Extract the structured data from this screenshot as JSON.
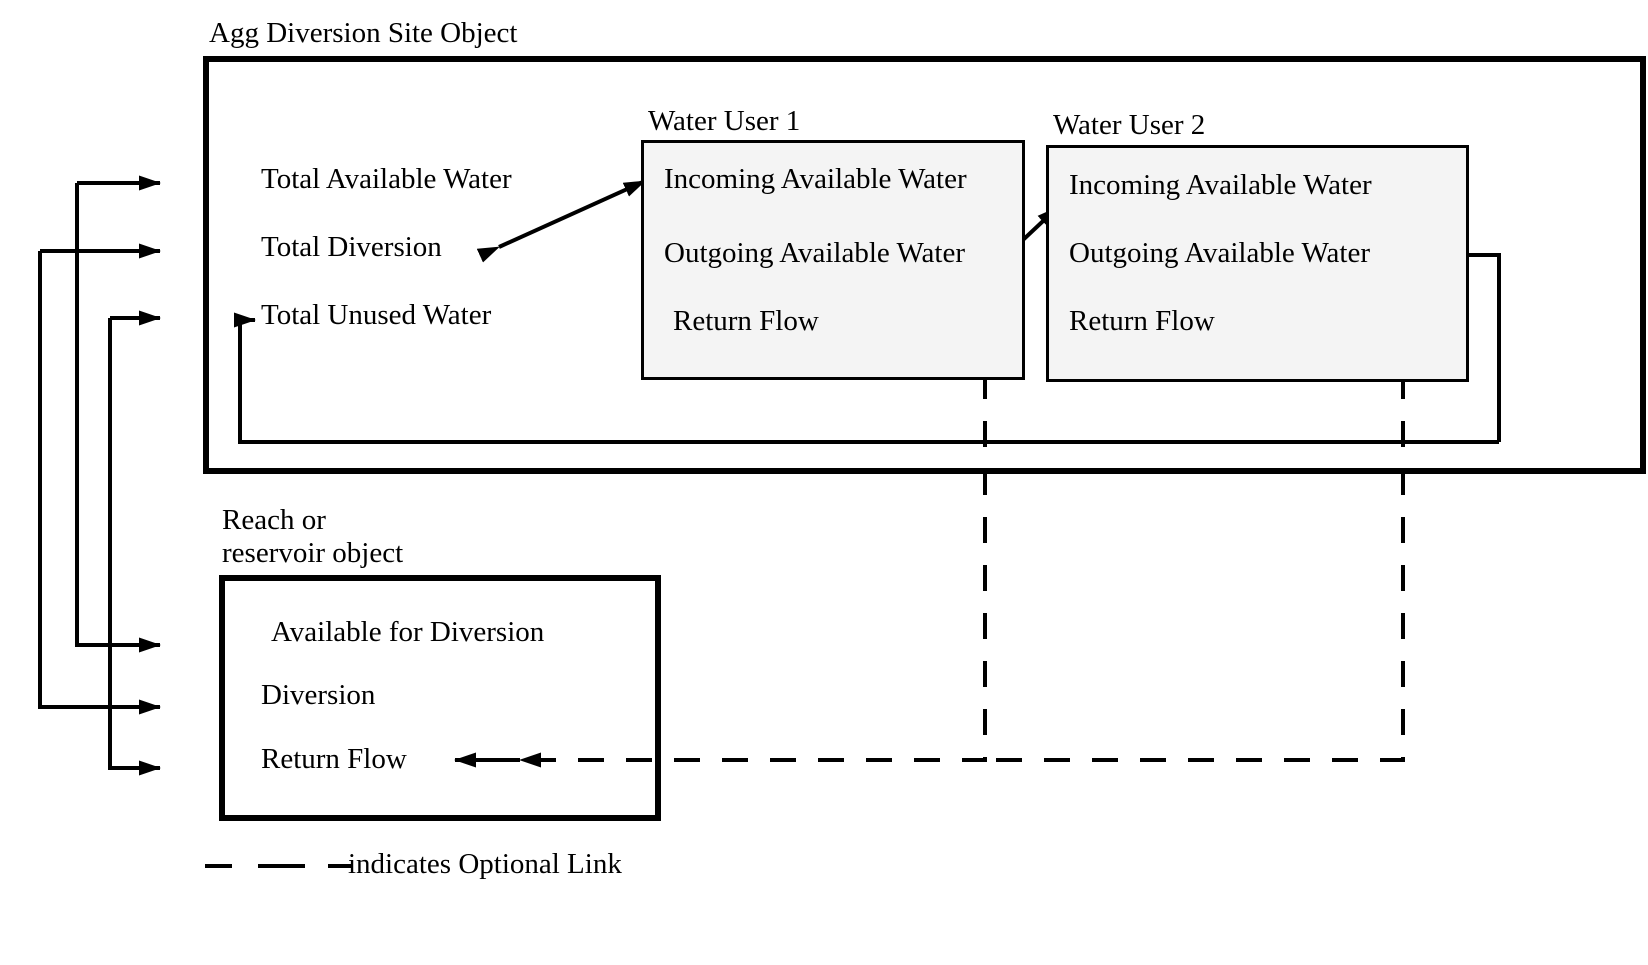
{
  "diagram": {
    "title": "Agg Diversion Site Object",
    "legend": {
      "text": "indicates Optional Link",
      "dash_icon": "dashed-line-icon"
    },
    "colors": {
      "stroke": "#000000",
      "water_user_fill": "#f4f4f4",
      "background": "#ffffff"
    }
  },
  "agg_site": {
    "caption": "Agg Diversion Site Object",
    "slots": [
      {
        "label": "Total Available Water"
      },
      {
        "label": "Total Diversion"
      },
      {
        "label": "Total Unused Water"
      }
    ]
  },
  "water_user_1": {
    "caption": "Water User 1",
    "slots": [
      {
        "label": "Incoming Available Water"
      },
      {
        "label": "Outgoing Available Water"
      },
      {
        "label": "Return Flow"
      }
    ]
  },
  "water_user_2": {
    "caption": "Water User 2",
    "slots": [
      {
        "label": "Incoming Available Water"
      },
      {
        "label": "Outgoing Available Water"
      },
      {
        "label": "Return Flow"
      }
    ]
  },
  "reach": {
    "caption_line1": "Reach or",
    "caption_line2": "reservoir object",
    "slots": [
      {
        "label": "Available for Diversion"
      },
      {
        "label": "Diversion"
      },
      {
        "label": "Return Flow"
      }
    ]
  }
}
